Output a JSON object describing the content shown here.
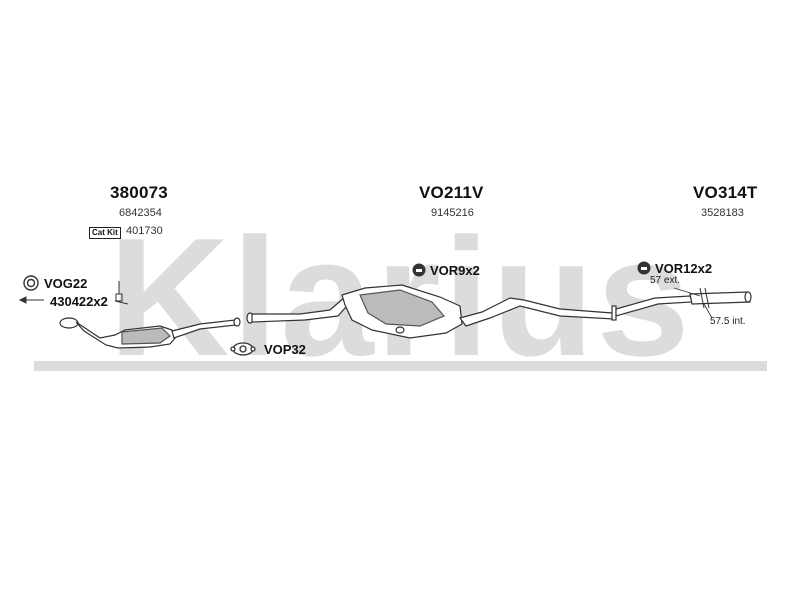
{
  "watermark": "Klarius",
  "sections": [
    {
      "part_number": "380073",
      "oem_number": "6842354"
    },
    {
      "part_number": "VO211V",
      "oem_number": "9145216"
    },
    {
      "part_number": "VO314T",
      "oem_number": "3528183"
    }
  ],
  "cat_kit": {
    "tag": "Cat Kit",
    "number": "401730"
  },
  "accessories": {
    "gasket_ring": "VOG22",
    "bolt": "430422x2",
    "clamp": "VOP32",
    "rubber_mount_1": "VOR9x2",
    "rubber_mount_2": "VOR12x2"
  },
  "dimensions": {
    "ext": "57 ext.",
    "int": "57.5 int."
  },
  "colors": {
    "watermark": "#dcdcdc",
    "line": "#333333"
  }
}
